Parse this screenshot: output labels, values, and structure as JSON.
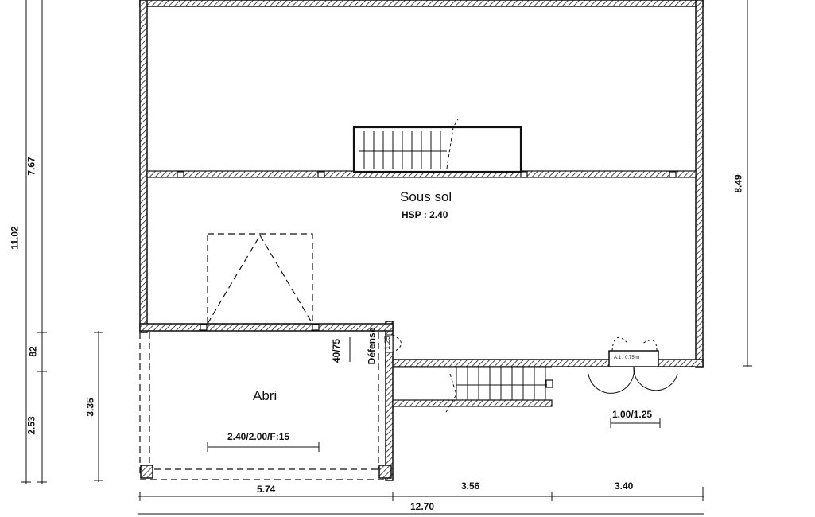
{
  "rooms": {
    "basement_name": "Sous sol",
    "basement_height": "HSP : 2.40",
    "shelter_name": "Abri",
    "garage_door": "2.40/2.00/F:15"
  },
  "annotations": {
    "opening": "40/75",
    "defense": "Défense",
    "small_opening": "1.25",
    "window_tag": "A:1 / 0.75 m",
    "door_size": "1.00/1.25"
  },
  "dimensions": {
    "left_total": "11.02",
    "left_upper": "7.67",
    "left_mid": "82",
    "left_lower": "2.53",
    "shelter_height": "3.35",
    "right_height": "8.49",
    "shelter_width": "5.74",
    "mid_width": "3.56",
    "right_width": "3.40",
    "total_width": "12.70"
  }
}
